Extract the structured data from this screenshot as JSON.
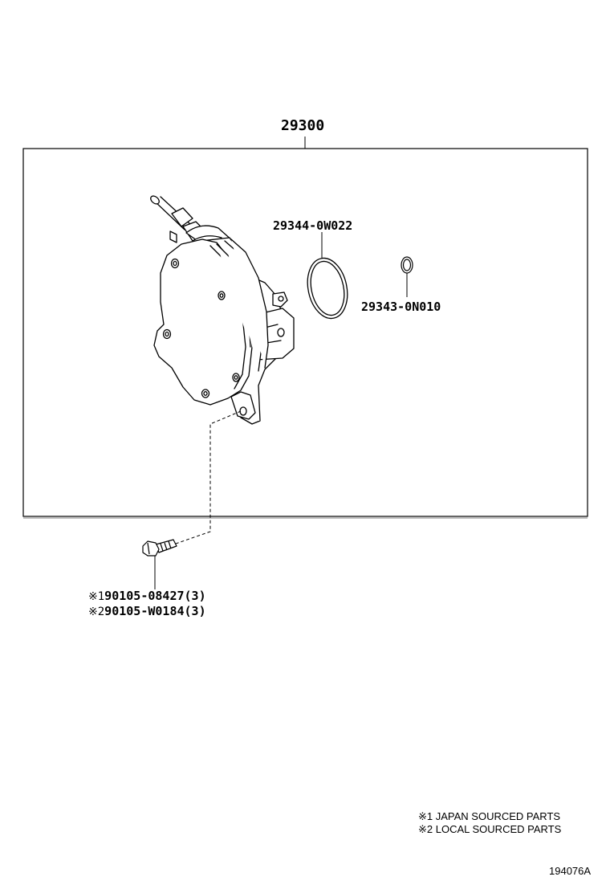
{
  "diagram": {
    "main_part": "29300",
    "parts": [
      {
        "number": "29344-0W022"
      },
      {
        "number": "29343-0N010"
      }
    ],
    "bolts": [
      {
        "mark": "※1",
        "number": "90105-08427(3)"
      },
      {
        "mark": "※2",
        "number": "90105-W0184(3)"
      }
    ],
    "legend": [
      {
        "mark": "※1",
        "text": "JAPAN SOURCED PARTS"
      },
      {
        "mark": "※2",
        "text": "LOCAL SOURCED PARTS"
      }
    ],
    "drawing_code": "194076A"
  }
}
